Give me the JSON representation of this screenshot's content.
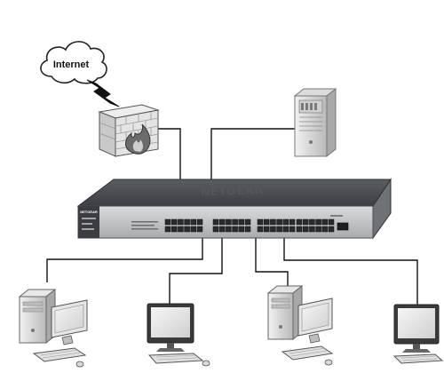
{
  "diagram": {
    "cloud_label": "Internet",
    "switch_brand": "NETGEAR",
    "switch_face_brand": "NETGEAR",
    "nodes": {
      "cloud": "cloud-icon",
      "firewall": "firewall-icon",
      "server": "server-tower-icon",
      "switch": "network-switch-icon",
      "clients": [
        "desktop-pc-icon",
        "monitor-workstation-icon",
        "desktop-pc-icon",
        "monitor-workstation-icon"
      ]
    }
  }
}
